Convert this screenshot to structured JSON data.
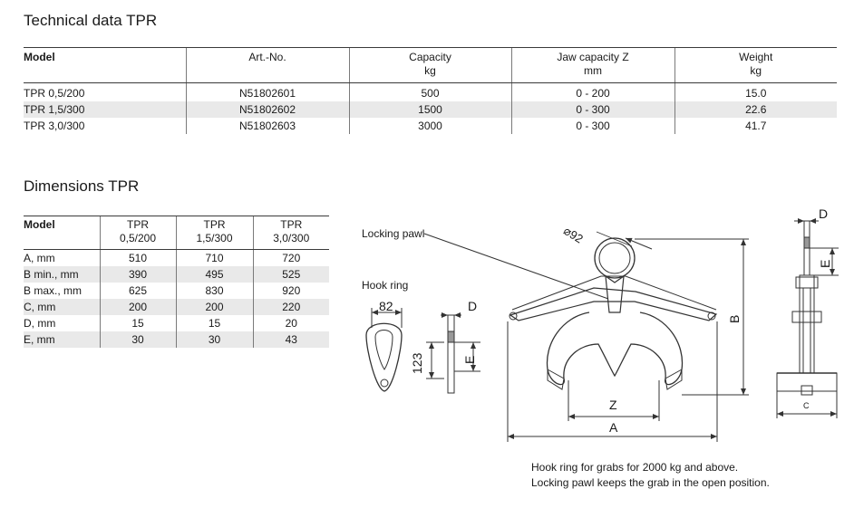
{
  "tech_section": {
    "title": "Technical data TPR",
    "headers": {
      "model": "Model",
      "art_no": "Art.-No.",
      "capacity": "Capacity",
      "capacity_unit": "kg",
      "jaw": "Jaw capacity Z",
      "jaw_unit": "mm",
      "weight": "Weight",
      "weight_unit": "kg"
    },
    "rows": [
      {
        "model": "TPR 0,5/200",
        "art_no": "N51802601",
        "capacity": "500",
        "jaw": "0 - 200",
        "weight": "15.0"
      },
      {
        "model": "TPR 1,5/300",
        "art_no": "N51802602",
        "capacity": "1500",
        "jaw": "0 - 300",
        "weight": "22.6"
      },
      {
        "model": "TPR 3,0/300",
        "art_no": "N51802603",
        "capacity": "3000",
        "jaw": "0 - 300",
        "weight": "41.7"
      }
    ]
  },
  "dims_section": {
    "title": "Dimensions TPR",
    "headers": {
      "model": "Model",
      "c1a": "TPR",
      "c1b": "0,5/200",
      "c2a": "TPR",
      "c2b": "1,5/300",
      "c3a": "TPR",
      "c3b": "3,0/300"
    },
    "rows": [
      {
        "label": "A, mm",
        "v1": "510",
        "v2": "710",
        "v3": "720"
      },
      {
        "label": "B min., mm",
        "v1": "390",
        "v2": "495",
        "v3": "525"
      },
      {
        "label": "B max., mm",
        "v1": "625",
        "v2": "830",
        "v3": "920"
      },
      {
        "label": "C, mm",
        "v1": "200",
        "v2": "200",
        "v3": "220"
      },
      {
        "label": "D, mm",
        "v1": "15",
        "v2": "15",
        "v3": "20"
      },
      {
        "label": "E, mm",
        "v1": "30",
        "v2": "30",
        "v3": "43"
      }
    ]
  },
  "drawing": {
    "locking_pawl": "Locking pawl",
    "hook_ring": "Hook ring",
    "dim_82": "82",
    "dim_123": "123",
    "dim_d": "D",
    "dim_e": "E",
    "dim_92": "⌀92",
    "dim_b": "B",
    "dim_z": "Z",
    "dim_a": "A",
    "dim_c": "C"
  },
  "notes": {
    "line1": "Hook ring for grabs for 2000 kg and above.",
    "line2": "Locking pawl keeps the grab in the open position."
  }
}
